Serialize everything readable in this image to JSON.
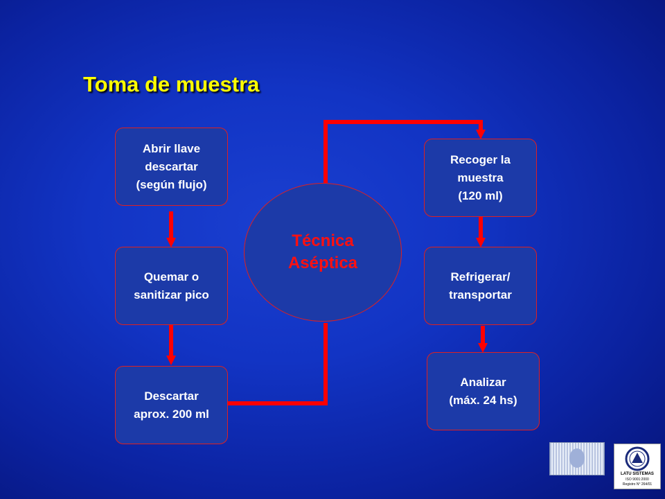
{
  "slide": {
    "title": "Toma de muestra"
  },
  "center": {
    "label": "Técnica\nAséptica"
  },
  "left_steps": [
    {
      "label": "Abrir llave\ndescartar \n  (según flujo)"
    },
    {
      "label": "Quemar o\nsanitizar pico"
    },
    {
      "label": "Descartar\naprox. 200 ml"
    }
  ],
  "right_steps": [
    {
      "label": "Recoger la\nmuestra\n(120 ml)"
    },
    {
      "label": "Refrigerar/\ntransportar"
    },
    {
      "label": "Analizar\n(máx. 24 hs)"
    }
  ],
  "certification": {
    "line1": "LATU SISTEMAS",
    "line2": "ISO 9001:2000",
    "line3": "Registro N° 264/01"
  },
  "colors": {
    "box_fill": "#1c3aa8",
    "box_border": "#e02020",
    "connector": "#ff0000",
    "title": "#ffff00",
    "center_text": "#ff1010"
  }
}
